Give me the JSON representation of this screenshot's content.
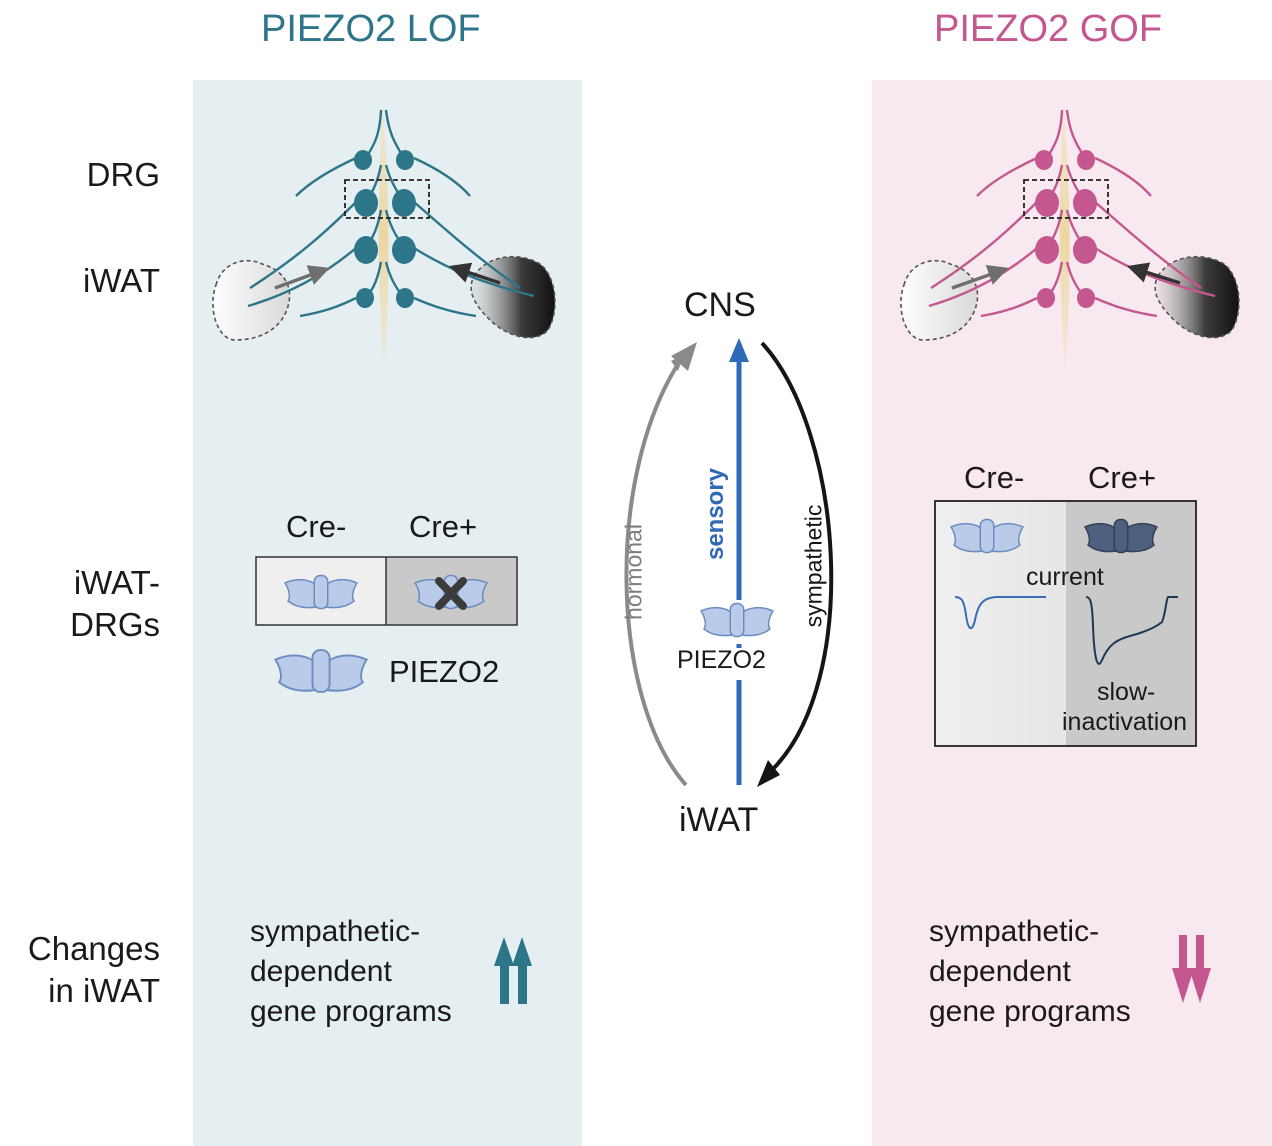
{
  "colors": {
    "lof": "#2d7588",
    "gof": "#c45790",
    "sensory": "#2e6ab6",
    "hormonal": "#8a8a8a",
    "sympathetic": "#151515",
    "lof_panel": "#e5eef1",
    "gof_panel": "#f8e8ef",
    "spine": "#ecd6a2"
  },
  "titles": {
    "lof": "PIEZO2 LOF",
    "gof": "PIEZO2 GOF"
  },
  "row_labels": {
    "drg": "DRG",
    "iwat": "iWAT",
    "iwat_drgs_1": "iWAT-",
    "iwat_drgs_2": "DRGs",
    "changes_1": "Changes",
    "changes_2": "in iWAT"
  },
  "lof": {
    "cre_minus": "Cre-",
    "cre_plus": "Cre+",
    "legend_label": "PIEZO2",
    "changes_lines": [
      "sympathetic-",
      "dependent",
      "gene programs"
    ],
    "direction": "up"
  },
  "gof": {
    "cre_minus": "Cre-",
    "cre_plus": "Cre+",
    "current_label": "current",
    "slow_1": "slow-",
    "slow_2": "inactivation",
    "changes_lines": [
      "sympathetic-",
      "dependent",
      "gene programs"
    ],
    "direction": "down"
  },
  "center": {
    "cns": "CNS",
    "iwat": "iWAT",
    "hormonal": "hormonal",
    "sensory": "sensory",
    "sympathetic": "sympathetic",
    "piezo2": "PIEZO2"
  },
  "icons": {
    "piezo": "piezo2-channel-icon",
    "knockout": "x-mark-icon",
    "arrow_up": "double-arrow-up-icon",
    "arrow_down": "double-arrow-down-icon"
  }
}
